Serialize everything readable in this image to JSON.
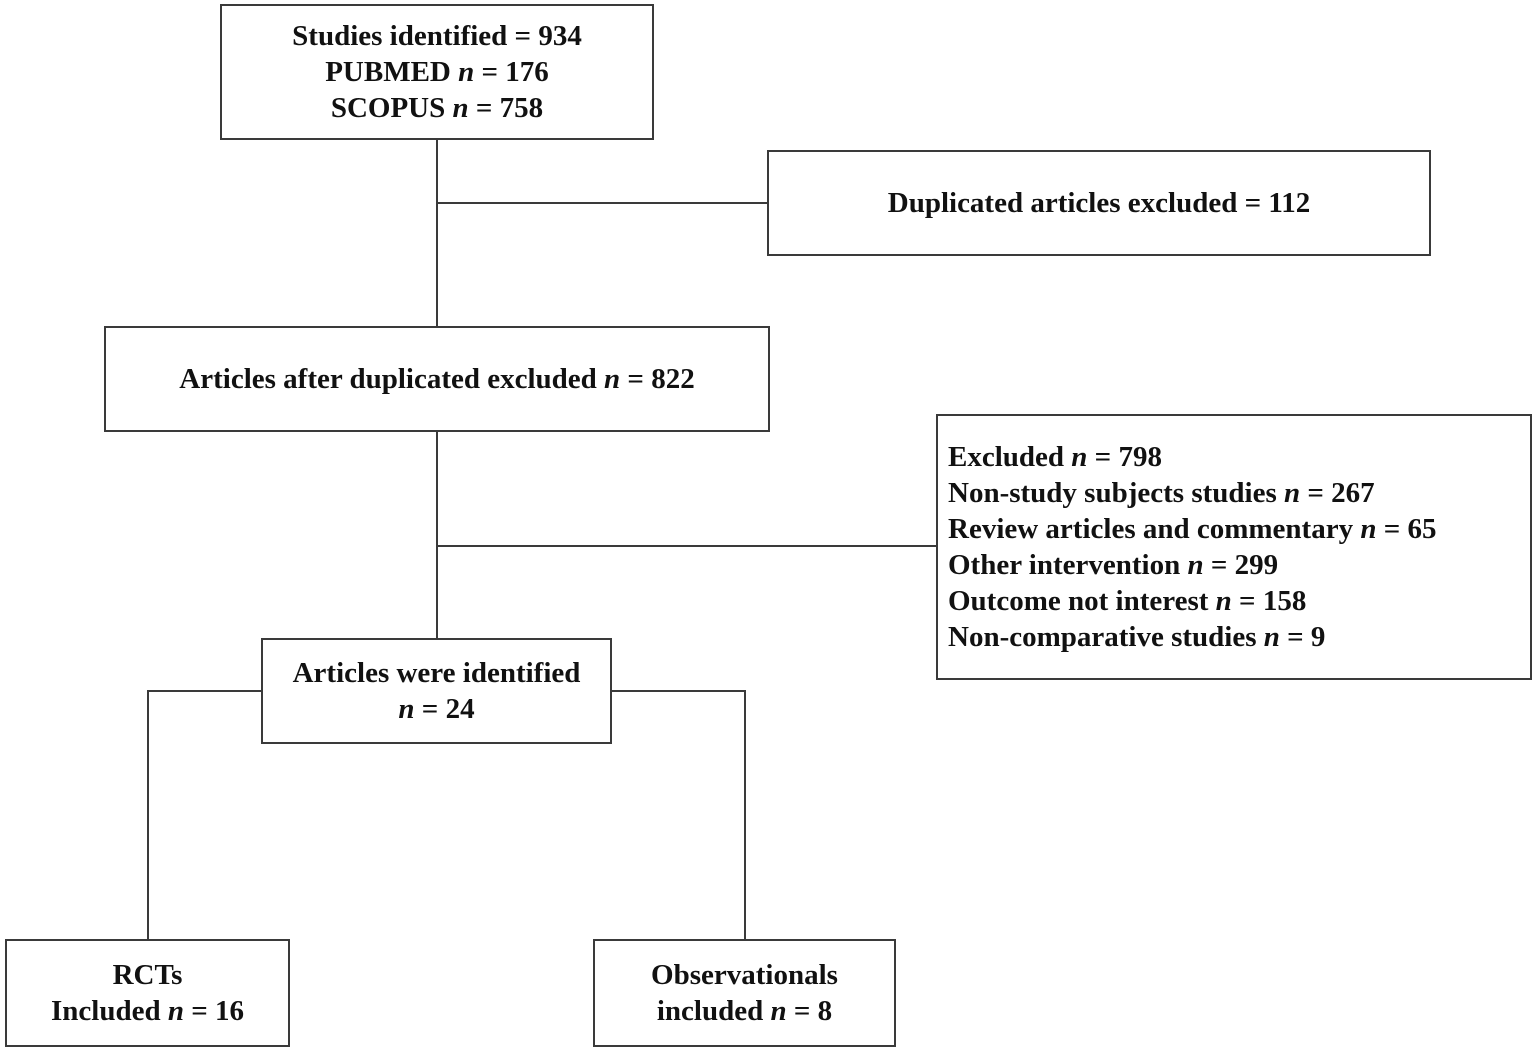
{
  "diagram": {
    "identified": {
      "line1": "Studies identified = 934",
      "line2_pre": "PUBMED ",
      "line2_n": "n",
      "line2_post": " = 176",
      "line3_pre": "SCOPUS ",
      "line3_n": "n",
      "line3_post": " = 758"
    },
    "duplicates": {
      "text": "Duplicated articles excluded = 112"
    },
    "after_dup": {
      "pre": "Articles after duplicated excluded ",
      "n": "n",
      "post": " = 822"
    },
    "excluded": {
      "items": [
        {
          "pre": "Excluded ",
          "n": "n",
          "post": " = 798"
        },
        {
          "pre": "Non-study subjects studies ",
          "n": "n",
          "post": " = 267"
        },
        {
          "pre": "Review articles and commentary ",
          "n": "n",
          "post": " = 65"
        },
        {
          "pre": "Other intervention ",
          "n": "n",
          "post": " = 299"
        },
        {
          "pre": "Outcome not interest ",
          "n": "n",
          "post": " = 158"
        },
        {
          "pre": "Non-comparative studies ",
          "n": "n",
          "post": " = 9"
        }
      ]
    },
    "identified_final": {
      "line1": "Articles were identified",
      "line2_n": "n",
      "line2_post": " = 24"
    },
    "rcts": {
      "line1": "RCTs",
      "line2_pre": "Included ",
      "line2_n": "n",
      "line2_post": " = 16"
    },
    "observational": {
      "line1": "Observationals",
      "line2_pre": "included ",
      "line2_n": "n",
      "line2_post": " = 8"
    }
  }
}
